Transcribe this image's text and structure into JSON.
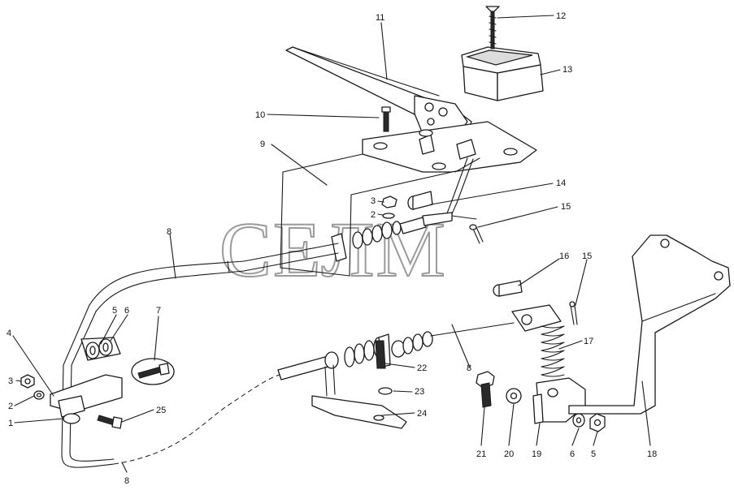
{
  "watermark": "СЕЛМ",
  "callouts": [
    {
      "id": "c11",
      "text": "11"
    },
    {
      "id": "c12",
      "text": "12"
    },
    {
      "id": "c13",
      "text": "13"
    },
    {
      "id": "c10",
      "text": "10"
    },
    {
      "id": "c9",
      "text": "9"
    },
    {
      "id": "c14",
      "text": "14"
    },
    {
      "id": "c3a",
      "text": "3"
    },
    {
      "id": "c2a",
      "text": "2"
    },
    {
      "id": "c15a",
      "text": "15"
    },
    {
      "id": "c8a",
      "text": "8"
    },
    {
      "id": "c16",
      "text": "16"
    },
    {
      "id": "c15b",
      "text": "15"
    },
    {
      "id": "c5a",
      "text": "5"
    },
    {
      "id": "c6a",
      "text": "6"
    },
    {
      "id": "c7",
      "text": "7"
    },
    {
      "id": "c4",
      "text": "4"
    },
    {
      "id": "c17",
      "text": "17"
    },
    {
      "id": "c22",
      "text": "22"
    },
    {
      "id": "c8b",
      "text": "8"
    },
    {
      "id": "c3b",
      "text": "3"
    },
    {
      "id": "c23",
      "text": "23"
    },
    {
      "id": "c2b",
      "text": "2"
    },
    {
      "id": "c25",
      "text": "25"
    },
    {
      "id": "c24",
      "text": "24"
    },
    {
      "id": "c1",
      "text": "1"
    },
    {
      "id": "c21",
      "text": "21"
    },
    {
      "id": "c20",
      "text": "20"
    },
    {
      "id": "c19",
      "text": "19"
    },
    {
      "id": "c6b",
      "text": "6"
    },
    {
      "id": "c5b",
      "text": "5"
    },
    {
      "id": "c18",
      "text": "18"
    },
    {
      "id": "c8c",
      "text": "8"
    }
  ]
}
